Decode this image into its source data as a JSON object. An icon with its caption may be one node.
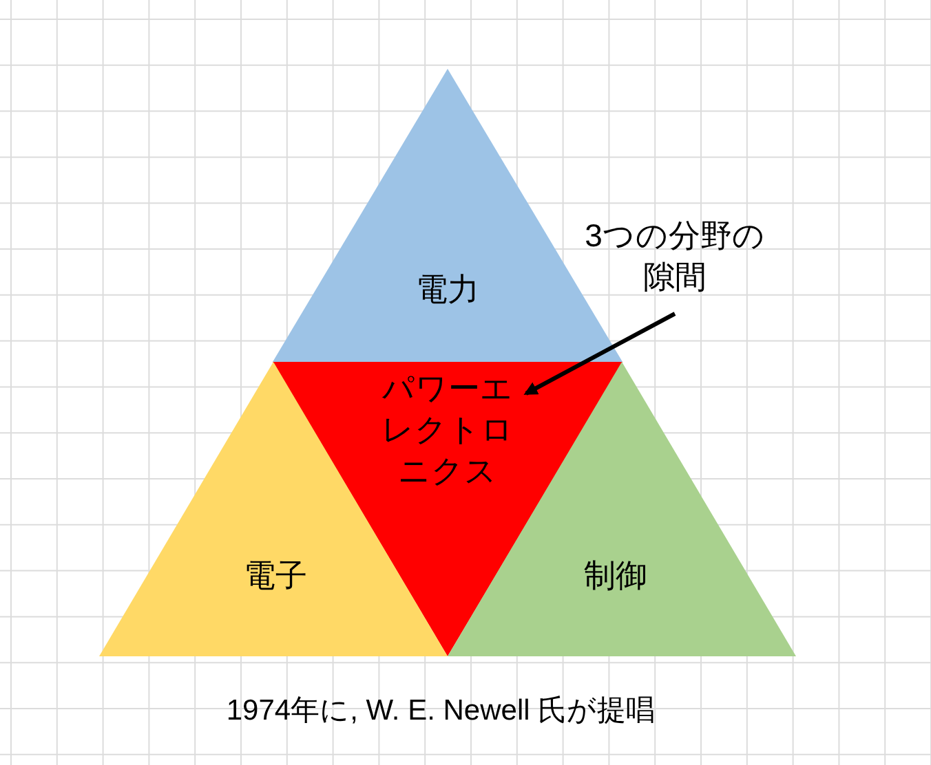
{
  "diagram": {
    "nodes": [
      {
        "text": [
          "電力"
        ]
      },
      {
        "text": [
          "3つの分野の隙間"
        ]
      },
      {
        "text": [
          "パワーエレクトロニクス"
        ]
      },
      {
        "text": [
          "電子"
        ]
      },
      {
        "text": [
          "制御"
        ]
      }
    ],
    "edges": [
      {
        "from": 1,
        "to": 2,
        "arrow": "to"
      }
    ],
    "caption": "1974年に, W. E. Newell 氏が提唱"
  }
}
